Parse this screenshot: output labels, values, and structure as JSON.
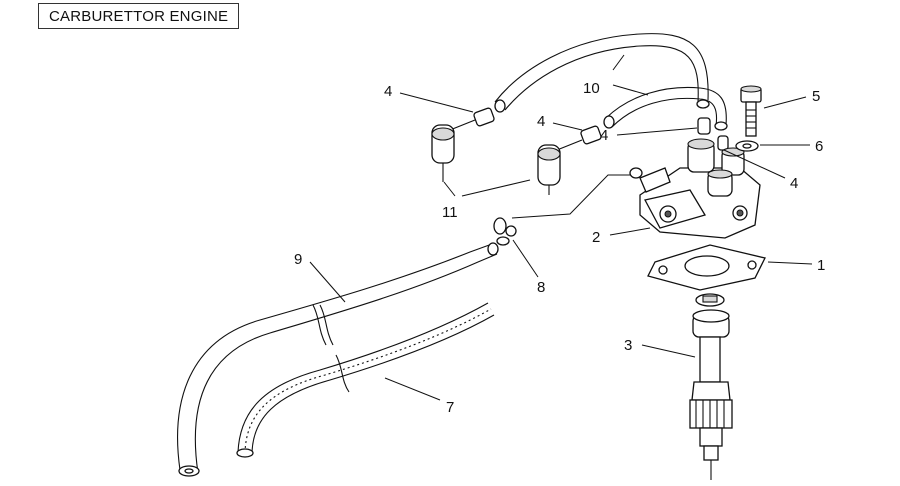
{
  "title": "CARBURETTOR ENGINE",
  "callouts": {
    "c1": "1",
    "c2": "2",
    "c3": "3",
    "c4a": "4",
    "c4b": "4",
    "c4c": "4",
    "c4d": "4",
    "c5": "5",
    "c6": "6",
    "c7": "7",
    "c8": "8",
    "c9": "9",
    "c10": "10",
    "c11": "11"
  }
}
